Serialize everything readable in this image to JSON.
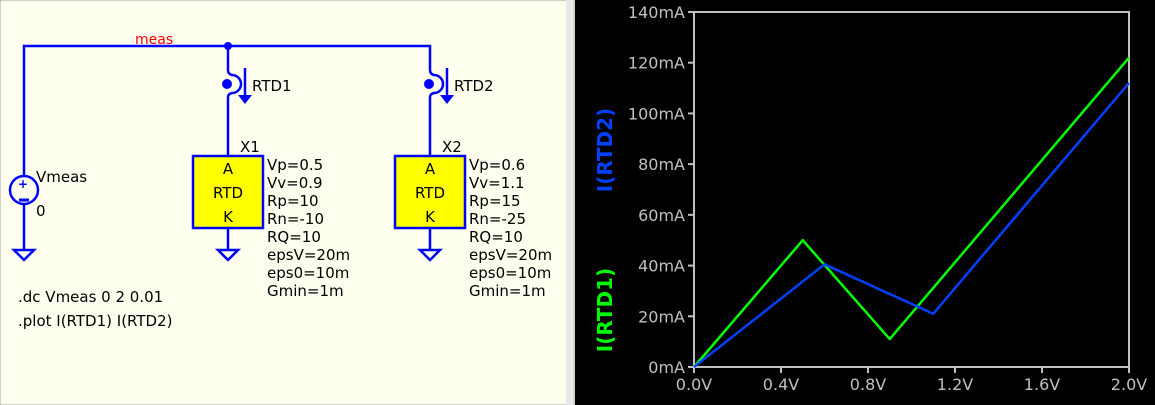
{
  "schematic": {
    "net_label": "meas",
    "source": {
      "name": "Vmeas",
      "value": "0"
    },
    "probes": [
      "RTD1",
      "RTD2"
    ],
    "components": [
      {
        "ref": "X1",
        "pins": [
          "A",
          "RTD",
          "K"
        ],
        "params": [
          "Vp=0.5",
          "Vv=0.9",
          "Rp=10",
          "Rn=-10",
          "RQ=10",
          "epsV=20m",
          "eps0=10m",
          "Gmin=1m"
        ]
      },
      {
        "ref": "X2",
        "pins": [
          "A",
          "RTD",
          "K"
        ],
        "params": [
          "Vp=0.6",
          "Vv=1.1",
          "Rp=15",
          "Rn=-25",
          "RQ=10",
          "epsV=20m",
          "eps0=10m",
          "Gmin=1m"
        ]
      }
    ],
    "directives": [
      ".dc Vmeas 0 2 0.01",
      ".plot I(RTD1) I(RTD2)"
    ]
  },
  "colors": {
    "wire": "#0000ff",
    "component_fill": "#ffff00",
    "schematic_bg": "#fffff0",
    "net_label": "#ff0000",
    "plot_bg": "#000000",
    "grid": "#c0c0c0",
    "rtd1": "#00ff00",
    "rtd2": "#0040ff"
  },
  "chart_data": {
    "type": "line",
    "title": "",
    "xlabel": "",
    "ylabel": "",
    "xlim": [
      0,
      2.0
    ],
    "ylim": [
      0,
      140
    ],
    "x_ticks": [
      "0.0V",
      "0.4V",
      "0.8V",
      "1.2V",
      "1.6V",
      "2.0V"
    ],
    "y_ticks": [
      "0mA",
      "20mA",
      "40mA",
      "60mA",
      "80mA",
      "100mA",
      "120mA",
      "140mA"
    ],
    "legend": [
      "I(RTD2)",
      "I(RTD1)"
    ],
    "legend_placement": "left-vertical",
    "series": [
      {
        "name": "I(RTD1)",
        "color": "#00ff00",
        "x": [
          0,
          0.5,
          0.9,
          2.0
        ],
        "y": [
          0,
          50,
          11,
          122
        ]
      },
      {
        "name": "I(RTD2)",
        "color": "#0040ff",
        "x": [
          0,
          0.6,
          1.1,
          2.0
        ],
        "y": [
          0,
          40.5,
          21,
          112
        ]
      }
    ]
  }
}
